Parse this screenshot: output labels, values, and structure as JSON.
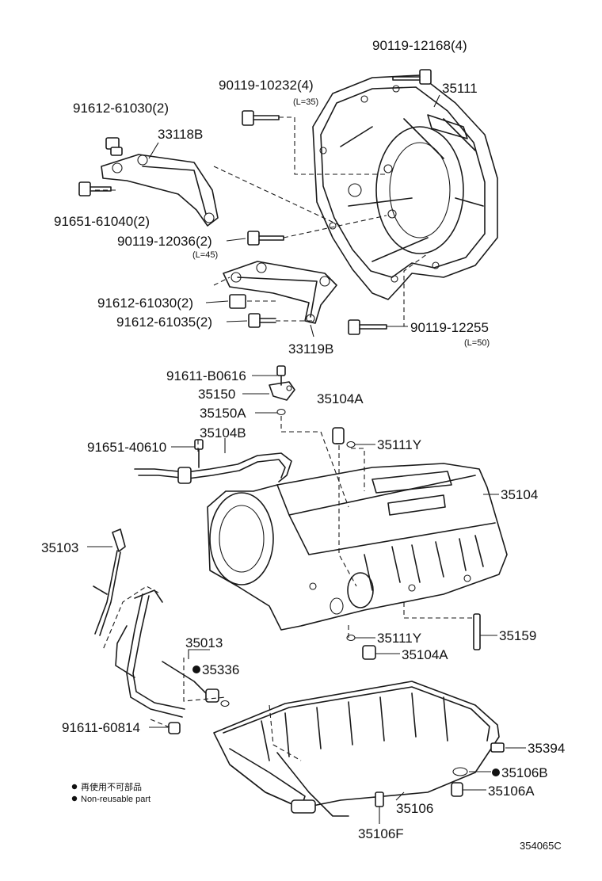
{
  "labels": {
    "p90119_12168": "90119-12168(4)",
    "p35111": "35111",
    "p90119_10232": "90119-10232(4)",
    "p90119_10232_len": "(L=35)",
    "p91612_61030_top": "91612-61030(2)",
    "p33118B": "33118B",
    "p91651_61040": "91651-61040(2)",
    "p90119_12036": "90119-12036(2)",
    "p90119_12036_len": "(L=45)",
    "p91612_61030_mid": "91612-61030(2)",
    "p91612_61035": "91612-61035(2)",
    "p90119_12255": "90119-12255",
    "p90119_12255_len": "(L=50)",
    "p33119B": "33119B",
    "p91611_B0616": "91611-B0616",
    "p35150": "35150",
    "p35150A": "35150A",
    "p35104A_top": "35104A",
    "p91651_40610": "91651-40610",
    "p35104B": "35104B",
    "p35111Y_top": "35111Y",
    "p35104": "35104",
    "p35103": "35103",
    "p35013": "35013",
    "p35336": "35336",
    "p35111Y_bot": "35111Y",
    "p35159": "35159",
    "p35104A_bot": "35104A",
    "p91611_60814": "91611-60814",
    "p35394": "35394",
    "p35106B": "35106B",
    "p35106A": "35106A",
    "p35106": "35106",
    "p35106F": "35106F"
  },
  "legend": {
    "jp": "再使用不可部品",
    "en": "Non-reusable part"
  },
  "figure_code": "354065C"
}
